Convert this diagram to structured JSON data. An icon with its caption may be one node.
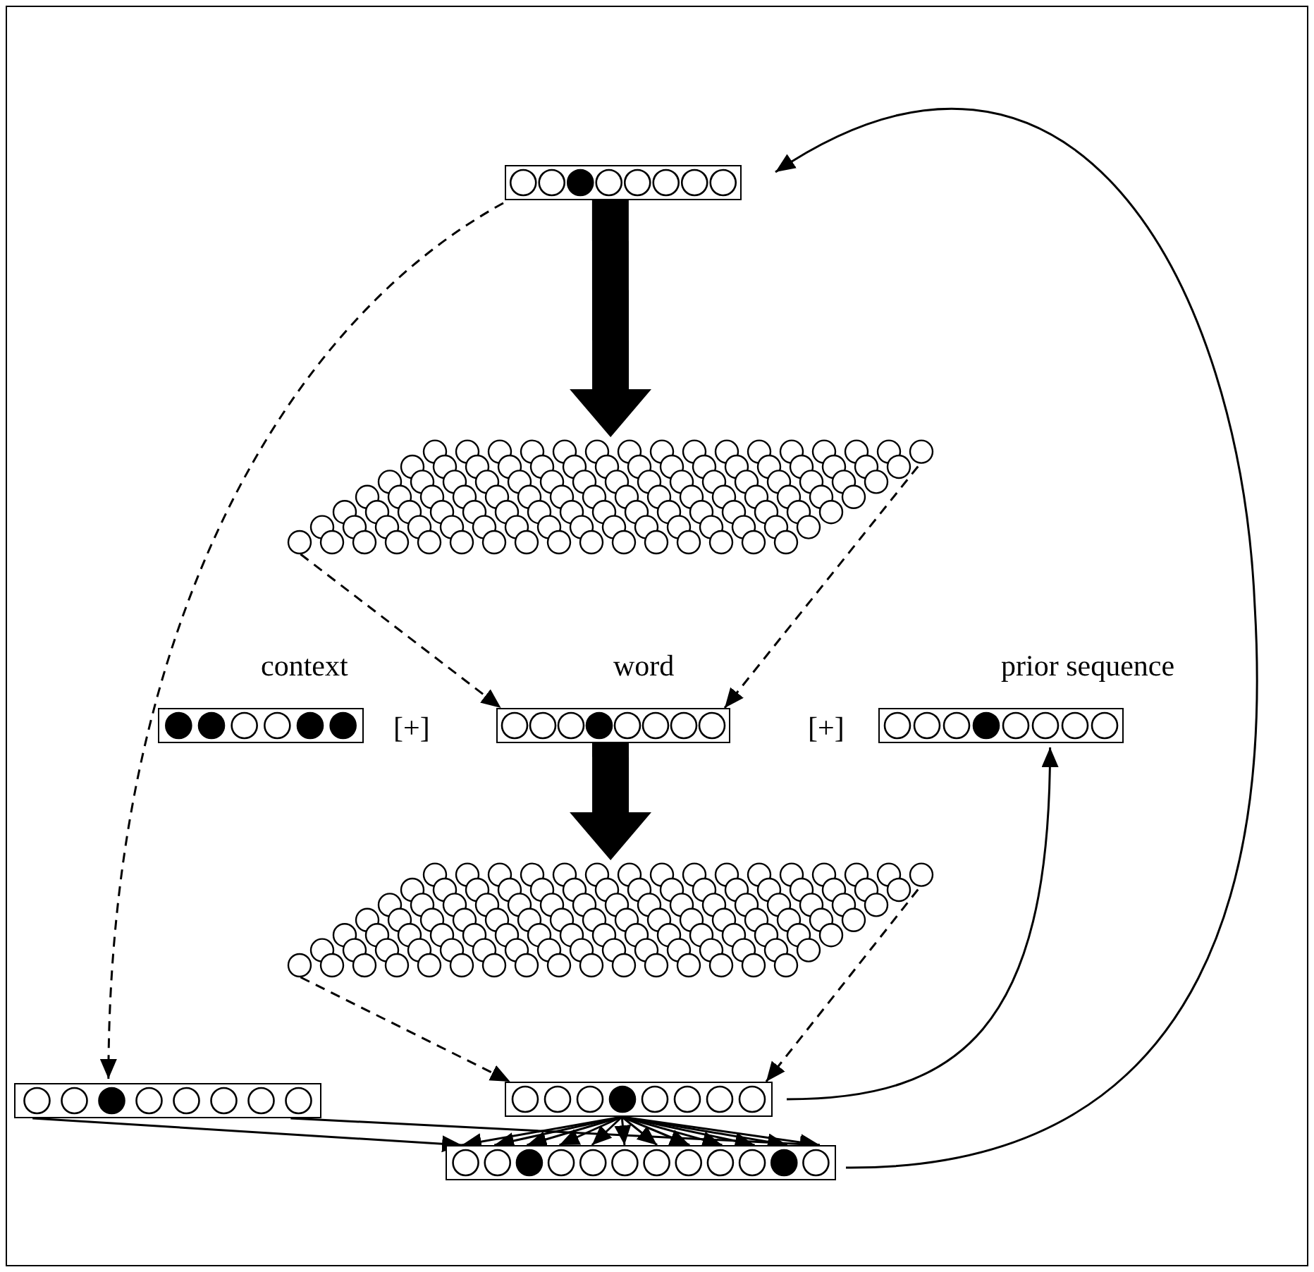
{
  "diagram": {
    "nodes": [
      {
        "text": [],
        "shape": "bar"
      },
      {
        "text": [],
        "shape": "grid"
      },
      {
        "text": [
          "context"
        ]
      },
      {
        "text": [
          "word"
        ]
      },
      {
        "text": [
          "prior sequence"
        ]
      },
      {
        "text": [],
        "shape": "grid"
      },
      {
        "text": [],
        "shape": "bar"
      },
      {
        "text": [],
        "shape": "bar"
      },
      {
        "text": [],
        "shape": "bar"
      }
    ],
    "edges": [
      {
        "from": 0,
        "to": 1,
        "arrow": "to",
        "style": "thick"
      },
      {
        "from": 1,
        "to": 3,
        "arrow": "to",
        "style": "dashed"
      },
      {
        "from": 1,
        "to": 3,
        "arrow": "to",
        "style": "dashed"
      },
      {
        "from": 3,
        "to": 5,
        "arrow": "to",
        "style": "thick"
      },
      {
        "from": 5,
        "to": 7,
        "arrow": "to",
        "style": "dashed"
      },
      {
        "from": 5,
        "to": 7,
        "arrow": "to",
        "style": "dashed"
      },
      {
        "from": 0,
        "to": 6,
        "arrow": "to",
        "style": "dashed"
      },
      {
        "from": 7,
        "to": 4,
        "arrow": "to"
      },
      {
        "from": 8,
        "to": 0,
        "arrow": "to"
      },
      {
        "from": 7,
        "to": 8,
        "arrow": "to"
      },
      {
        "from": 7,
        "to": 8,
        "arrow": "to"
      },
      {
        "from": 7,
        "to": 8,
        "arrow": "to"
      },
      {
        "from": 7,
        "to": 8,
        "arrow": "to"
      },
      {
        "from": 7,
        "to": 8,
        "arrow": "to"
      },
      {
        "from": 7,
        "to": 8,
        "arrow": "to"
      },
      {
        "from": 7,
        "to": 8,
        "arrow": "to"
      },
      {
        "from": 7,
        "to": 8,
        "arrow": "to"
      },
      {
        "from": 7,
        "to": 8,
        "arrow": "to"
      },
      {
        "from": 7,
        "to": 8,
        "arrow": "to"
      },
      {
        "from": 7,
        "to": 8,
        "arrow": "to"
      },
      {
        "from": 7,
        "to": 8,
        "arrow": "to"
      },
      {
        "from": 6,
        "to": 8,
        "arrow": "to"
      },
      {
        "from": 6,
        "to": 8,
        "arrow": "to"
      }
    ],
    "labels": [
      "[+]",
      "[+]"
    ]
  }
}
